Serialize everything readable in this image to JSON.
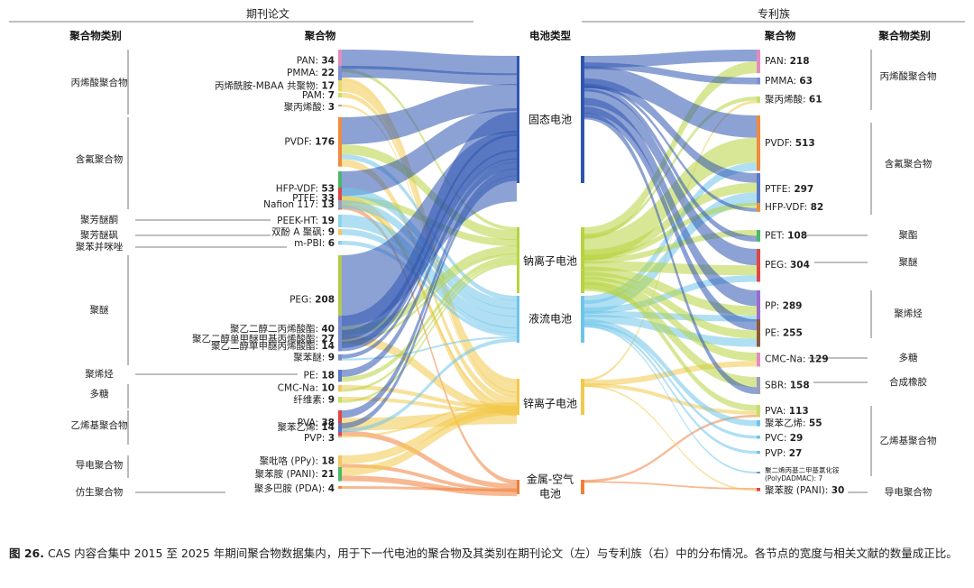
{
  "journal": {
    "section_title": "期刊论文",
    "header_category": "聚合物类别",
    "header_polymer": "聚合物",
    "nodes": [
      {
        "name": "PAN",
        "value": "34",
        "color": "#e58bc0"
      },
      {
        "name": "PMMA",
        "value": "22",
        "color": "#7b8fd1"
      },
      {
        "name": "丙烯酰胺-MBAA 共聚物",
        "value": "17",
        "color": "#e6d96b"
      },
      {
        "name": "PAM",
        "value": "7",
        "color": "#c7de6e"
      },
      {
        "name": "聚丙烯酸",
        "value": "3",
        "color": "#b0b0b0"
      },
      {
        "name": "PVDF",
        "value": "176",
        "color": "#f08a3c"
      },
      {
        "name": "HFP-VDF",
        "value": "53",
        "color": "#4ab86b"
      },
      {
        "name": "PTFE",
        "value": "33",
        "color": "#e04646"
      },
      {
        "name": "Nafion 117",
        "value": "13",
        "color": "#9aa0b8"
      },
      {
        "name": "PEEK-HT",
        "value": "19",
        "color": "#8fd3ea"
      },
      {
        "name": "双酚 A 聚砜",
        "value": "9",
        "color": "#f0c766"
      },
      {
        "name": "m-PBI",
        "value": "6",
        "color": "#8ecfe8"
      },
      {
        "name": "PEG",
        "value": "208",
        "color": "#b4c94f"
      },
      {
        "name": "聚乙二醇二丙烯酸酯",
        "value": "40",
        "color": "#7b8fd1"
      },
      {
        "name": "聚乙二醇单甲醚甲基丙烯酸酯",
        "value": "27",
        "color": "#7b8fd1"
      },
      {
        "name": "聚乙二醇单甲醚丙烯酸酯",
        "value": "14",
        "color": "#7b8fd1"
      },
      {
        "name": "聚苯醚",
        "value": "9",
        "color": "#7b8fd1"
      },
      {
        "name": "PE",
        "value": "18",
        "color": "#5b78c2"
      },
      {
        "name": "CMC-Na",
        "value": "10",
        "color": "#f0c766"
      },
      {
        "name": "纤维素",
        "value": "9",
        "color": "#c7de6e"
      },
      {
        "name": "PVA",
        "value": "38",
        "color": "#e04646"
      },
      {
        "name": "聚苯乙烯",
        "value": "14",
        "color": "#5b78c2"
      },
      {
        "name": "PVP",
        "value": "3",
        "color": "#b0b0b0"
      },
      {
        "name": "聚吡咯 (PPy)",
        "value": "18",
        "color": "#f0c766"
      },
      {
        "name": "聚苯胺 (PANI)",
        "value": "21",
        "color": "#4ab86b"
      },
      {
        "name": "聚多巴胺 (PDA)",
        "value": "4",
        "color": "#f08a3c"
      }
    ],
    "categories": [
      {
        "name": "丙烯酸聚合物"
      },
      {
        "name": "含氟聚合物"
      },
      {
        "name": "聚芳醚酮"
      },
      {
        "name": "聚芳醚砜"
      },
      {
        "name": "聚苯并咪唑"
      },
      {
        "name": "聚醚"
      },
      {
        "name": "聚烯烃"
      },
      {
        "name": "多糖"
      },
      {
        "name": "乙烯基聚合物"
      },
      {
        "name": "导电聚合物"
      },
      {
        "name": "仿生聚合物"
      }
    ]
  },
  "battery": {
    "header": "电池类型",
    "nodes": [
      {
        "name": "固态电池",
        "color": "#2f55b0"
      },
      {
        "name": "钠离子电池",
        "color": "#b7d33f"
      },
      {
        "name": "液流电池",
        "color": "#6fc4ea"
      },
      {
        "name": "锌离子电池",
        "color": "#f2c94a"
      },
      {
        "name": "金属-空气电池",
        "color": "#f07f3a"
      }
    ]
  },
  "patent": {
    "section_title": "专利族",
    "header_polymer": "聚合物",
    "header_category": "聚合物类别",
    "nodes": [
      {
        "name": "PAN",
        "value": "218",
        "color": "#e58bc0"
      },
      {
        "name": "PMMA",
        "value": "63",
        "color": "#7b8fd1"
      },
      {
        "name": "聚丙烯酸",
        "value": "61",
        "color": "#c7de6e"
      },
      {
        "name": "PVDF",
        "value": "513",
        "color": "#f08a3c"
      },
      {
        "name": "PTFE",
        "value": "297",
        "color": "#5b78c2"
      },
      {
        "name": "HFP-VDF",
        "value": "82",
        "color": "#f08a3c"
      },
      {
        "name": "PET",
        "value": "108",
        "color": "#4ab86b"
      },
      {
        "name": "PEG",
        "value": "304",
        "color": "#e04646"
      },
      {
        "name": "PP",
        "value": "289",
        "color": "#9b6bd0"
      },
      {
        "name": "PE",
        "value": "255",
        "color": "#8b5a3c"
      },
      {
        "name": "CMC-Na",
        "value": "129",
        "color": "#e58bc0"
      },
      {
        "name": "SBR",
        "value": "158",
        "color": "#9aa0b8"
      },
      {
        "name": "PVA",
        "value": "113",
        "color": "#c7de6e"
      },
      {
        "name": "聚苯乙烯",
        "value": "55",
        "color": "#6fc4ea"
      },
      {
        "name": "PVC",
        "value": "29",
        "color": "#6fc4ea"
      },
      {
        "name": "PVP",
        "value": "27",
        "color": "#6fc4ea"
      },
      {
        "name": "聚二烯丙基二甲基氯化铵 (PolyDADMAC)",
        "value": "7",
        "color": "#7b8fd1"
      },
      {
        "name": "聚苯胺 (PANI)",
        "value": "30",
        "color": "#e04646"
      }
    ],
    "categories": [
      {
        "name": "丙烯酸聚合物"
      },
      {
        "name": "含氟聚合物"
      },
      {
        "name": "聚酯"
      },
      {
        "name": "聚醚"
      },
      {
        "name": "聚烯烃"
      },
      {
        "name": "多糖"
      },
      {
        "name": "合成橡胶"
      },
      {
        "name": "乙烯基聚合物"
      },
      {
        "name": "导电聚合物"
      }
    ]
  },
  "caption": {
    "label": "图 26.",
    "text": "CAS 内容合集中 2015 至 2025 年期间聚合物数据集内，用于下一代电池的聚合物及其类别在期刊论文（左）与专利族（右）中的分布情况。各节点的宽度与相关文献的数量成正比。"
  }
}
